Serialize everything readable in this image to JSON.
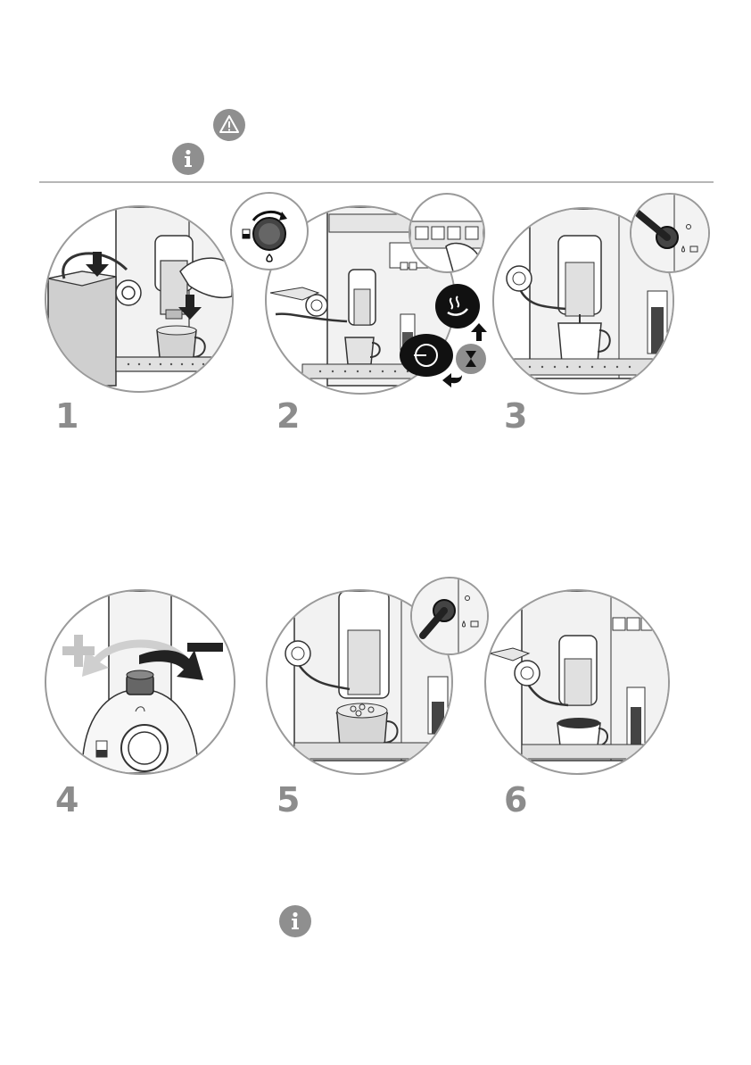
{
  "icons": {
    "warning": "warning-icon",
    "info": "info-icon",
    "color_icon": "#8f8f8f",
    "color_line": "#b7b7b7"
  },
  "steps": [
    {
      "number": "1"
    },
    {
      "number": "2"
    },
    {
      "number": "3"
    },
    {
      "number": "4"
    },
    {
      "number": "5"
    },
    {
      "number": "6"
    }
  ]
}
